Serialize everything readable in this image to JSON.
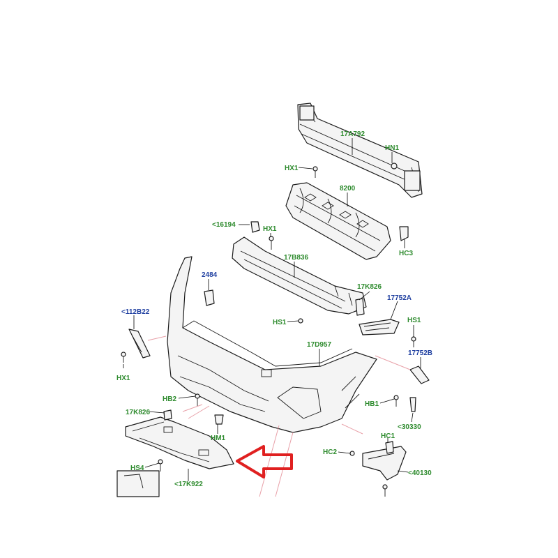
{
  "colors": {
    "label_green": "#2e8b2e",
    "label_blue": "#1f3fa0",
    "arrow_red": "#e02020",
    "line_pink": "#e8a0a8"
  },
  "labels": [
    {
      "id": "17A792",
      "text": "17A792",
      "color": "green"
    },
    {
      "id": "HN1",
      "text": "HN1",
      "color": "green"
    },
    {
      "id": "HX1-top",
      "text": "HX1",
      "color": "green"
    },
    {
      "id": "8200",
      "text": "8200",
      "color": "green"
    },
    {
      "id": "16194",
      "text": "<16194",
      "color": "green"
    },
    {
      "id": "HX1-mid",
      "text": "HX1",
      "color": "green"
    },
    {
      "id": "HC3",
      "text": "HC3",
      "color": "green"
    },
    {
      "id": "17B836",
      "text": "17B836",
      "color": "green"
    },
    {
      "id": "2484",
      "text": "2484",
      "color": "blue"
    },
    {
      "id": "17K826-right",
      "text": "17K826",
      "color": "green"
    },
    {
      "id": "17752A",
      "text": "17752A",
      "color": "blue"
    },
    {
      "id": "112B22",
      "text": "<112B22",
      "color": "blue"
    },
    {
      "id": "HS1-mid",
      "text": "HS1",
      "color": "green"
    },
    {
      "id": "HS1-right",
      "text": "HS1",
      "color": "green"
    },
    {
      "id": "17D957",
      "text": "17D957",
      "color": "green"
    },
    {
      "id": "17752B",
      "text": "17752B",
      "color": "blue"
    },
    {
      "id": "HX1-left",
      "text": "HX1",
      "color": "green"
    },
    {
      "id": "HB2",
      "text": "HB2",
      "color": "green"
    },
    {
      "id": "HB1",
      "text": "HB1",
      "color": "green"
    },
    {
      "id": "17K826-left",
      "text": "17K826",
      "color": "green"
    },
    {
      "id": "30330",
      "text": "<30330",
      "color": "green"
    },
    {
      "id": "HM1",
      "text": "HM1",
      "color": "green"
    },
    {
      "id": "HC1",
      "text": "HC1",
      "color": "green"
    },
    {
      "id": "HC2",
      "text": "HC2",
      "color": "green"
    },
    {
      "id": "HS4",
      "text": "HS4",
      "color": "green"
    },
    {
      "id": "40130",
      "text": "<40130",
      "color": "green"
    },
    {
      "id": "17K922",
      "text": "<17K922",
      "color": "green"
    }
  ]
}
